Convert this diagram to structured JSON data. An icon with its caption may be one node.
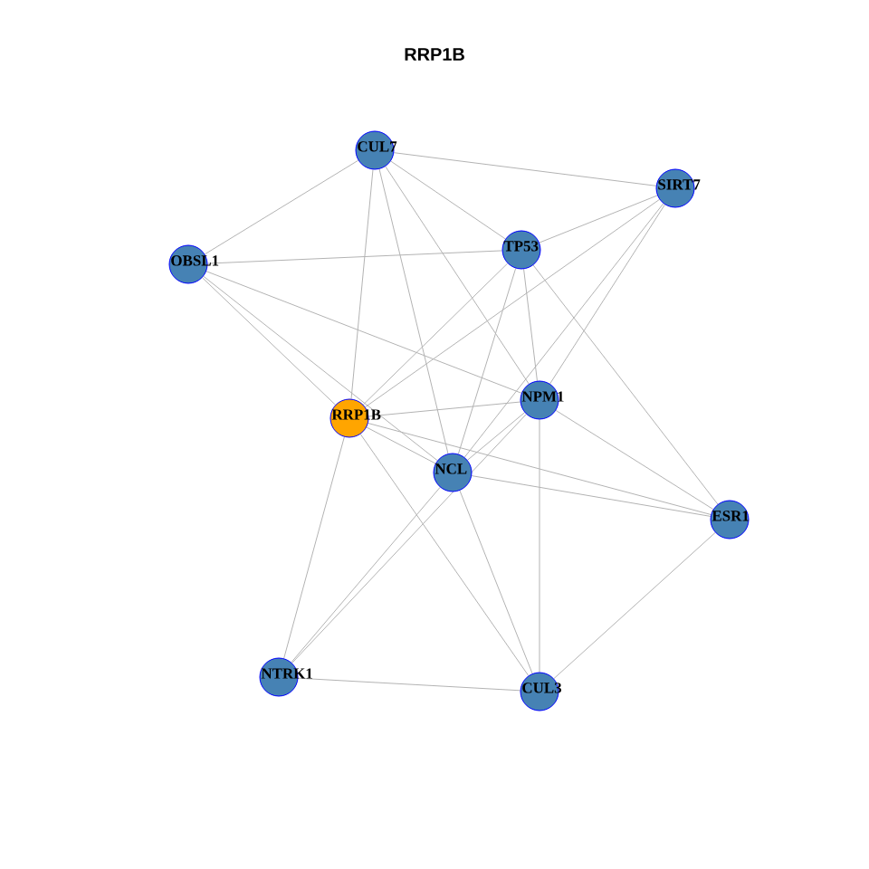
{
  "diagram": {
    "title": "RRP1B",
    "nodes": [
      {
        "text": [
          "CUL7"
        ]
      },
      {
        "text": [
          "SIRT7"
        ]
      },
      {
        "text": [
          "OBSL1"
        ]
      },
      {
        "text": [
          "TP53"
        ]
      },
      {
        "text": [
          "RRP1B"
        ]
      },
      {
        "text": [
          "NPM1"
        ]
      },
      {
        "text": [
          "NCL"
        ]
      },
      {
        "text": [
          "ESR1"
        ]
      },
      {
        "text": [
          "NTRK1"
        ]
      },
      {
        "text": [
          "CUL3"
        ]
      }
    ],
    "edges": [
      {
        "from": 0,
        "to": 2,
        "arrow": "none"
      },
      {
        "from": 0,
        "to": 1,
        "arrow": "none"
      },
      {
        "from": 0,
        "to": 3,
        "arrow": "none"
      },
      {
        "from": 0,
        "to": 4,
        "arrow": "none"
      },
      {
        "from": 0,
        "to": 6,
        "arrow": "none"
      },
      {
        "from": 0,
        "to": 5,
        "arrow": "none"
      },
      {
        "from": 1,
        "to": 3,
        "arrow": "none"
      },
      {
        "from": 1,
        "to": 4,
        "arrow": "none"
      },
      {
        "from": 1,
        "to": 6,
        "arrow": "none"
      },
      {
        "from": 1,
        "to": 5,
        "arrow": "none"
      },
      {
        "from": 2,
        "to": 3,
        "arrow": "none"
      },
      {
        "from": 2,
        "to": 5,
        "arrow": "none"
      },
      {
        "from": 2,
        "to": 4,
        "arrow": "none"
      },
      {
        "from": 2,
        "to": 6,
        "arrow": "none"
      },
      {
        "from": 3,
        "to": 5,
        "arrow": "none"
      },
      {
        "from": 3,
        "to": 6,
        "arrow": "none"
      },
      {
        "from": 3,
        "to": 7,
        "arrow": "none"
      },
      {
        "from": 3,
        "to": 4,
        "arrow": "none"
      },
      {
        "from": 4,
        "to": 5,
        "arrow": "none"
      },
      {
        "from": 4,
        "to": 6,
        "arrow": "none"
      },
      {
        "from": 4,
        "to": 7,
        "arrow": "none"
      },
      {
        "from": 4,
        "to": 8,
        "arrow": "none"
      },
      {
        "from": 4,
        "to": 9,
        "arrow": "none"
      },
      {
        "from": 5,
        "to": 6,
        "arrow": "none"
      },
      {
        "from": 5,
        "to": 7,
        "arrow": "none"
      },
      {
        "from": 5,
        "to": 9,
        "arrow": "none"
      },
      {
        "from": 5,
        "to": 8,
        "arrow": "none"
      },
      {
        "from": 6,
        "to": 7,
        "arrow": "none"
      },
      {
        "from": 6,
        "to": 9,
        "arrow": "none"
      },
      {
        "from": 6,
        "to": 8,
        "arrow": "none"
      },
      {
        "from": 7,
        "to": 9,
        "arrow": "none"
      },
      {
        "from": 8,
        "to": 9,
        "arrow": "none"
      }
    ]
  }
}
